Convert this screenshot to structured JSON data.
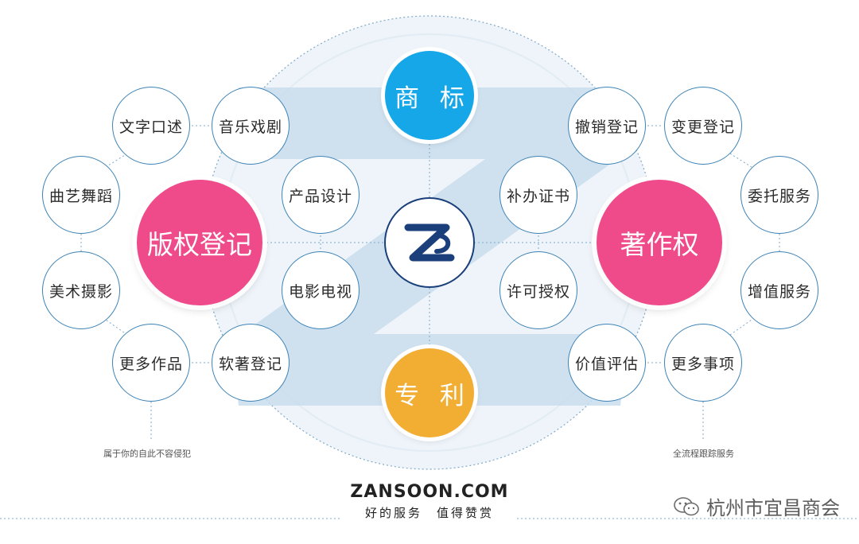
{
  "colors": {
    "node_border": "#3d83b6",
    "pink": "#ef4a8a",
    "trademark_blue": "#16a7e8",
    "patent_orange": "#f2ad33",
    "logo_navy": "#1a3f7a",
    "bg_watermark": "#c9dded"
  },
  "categories": {
    "trademark": "商 标",
    "patent": "专 利"
  },
  "left_hub": "版权登记",
  "right_hub": "著作权",
  "left_nodes": {
    "wenzi": "文字口述",
    "yinyue": "音乐戏剧",
    "quyi": "曲艺舞蹈",
    "chanpin": "产品设计",
    "meishu": "美术摄影",
    "dianying": "电影电视",
    "gengduo": "更多作品",
    "ruanzhu": "软著登记"
  },
  "right_nodes": {
    "chexiao": "撤销登记",
    "biangeng": "变更登记",
    "buban": "补办证书",
    "weituo": "委托服务",
    "xuke": "许可授权",
    "zengzhi": "增值服务",
    "jiazhi": "价值评估",
    "shixiang": "更多事项"
  },
  "captions": {
    "left": "属于你的自此不容侵犯",
    "right": "全流程跟踪服务"
  },
  "brand": {
    "name": "ZANSOON.COM",
    "slogan": "好的服务　值得赞赏"
  },
  "watermark": "杭州市宜昌商会",
  "icons": {
    "center_logo": "zs-logo-icon",
    "watermark": "wechat-icon"
  }
}
